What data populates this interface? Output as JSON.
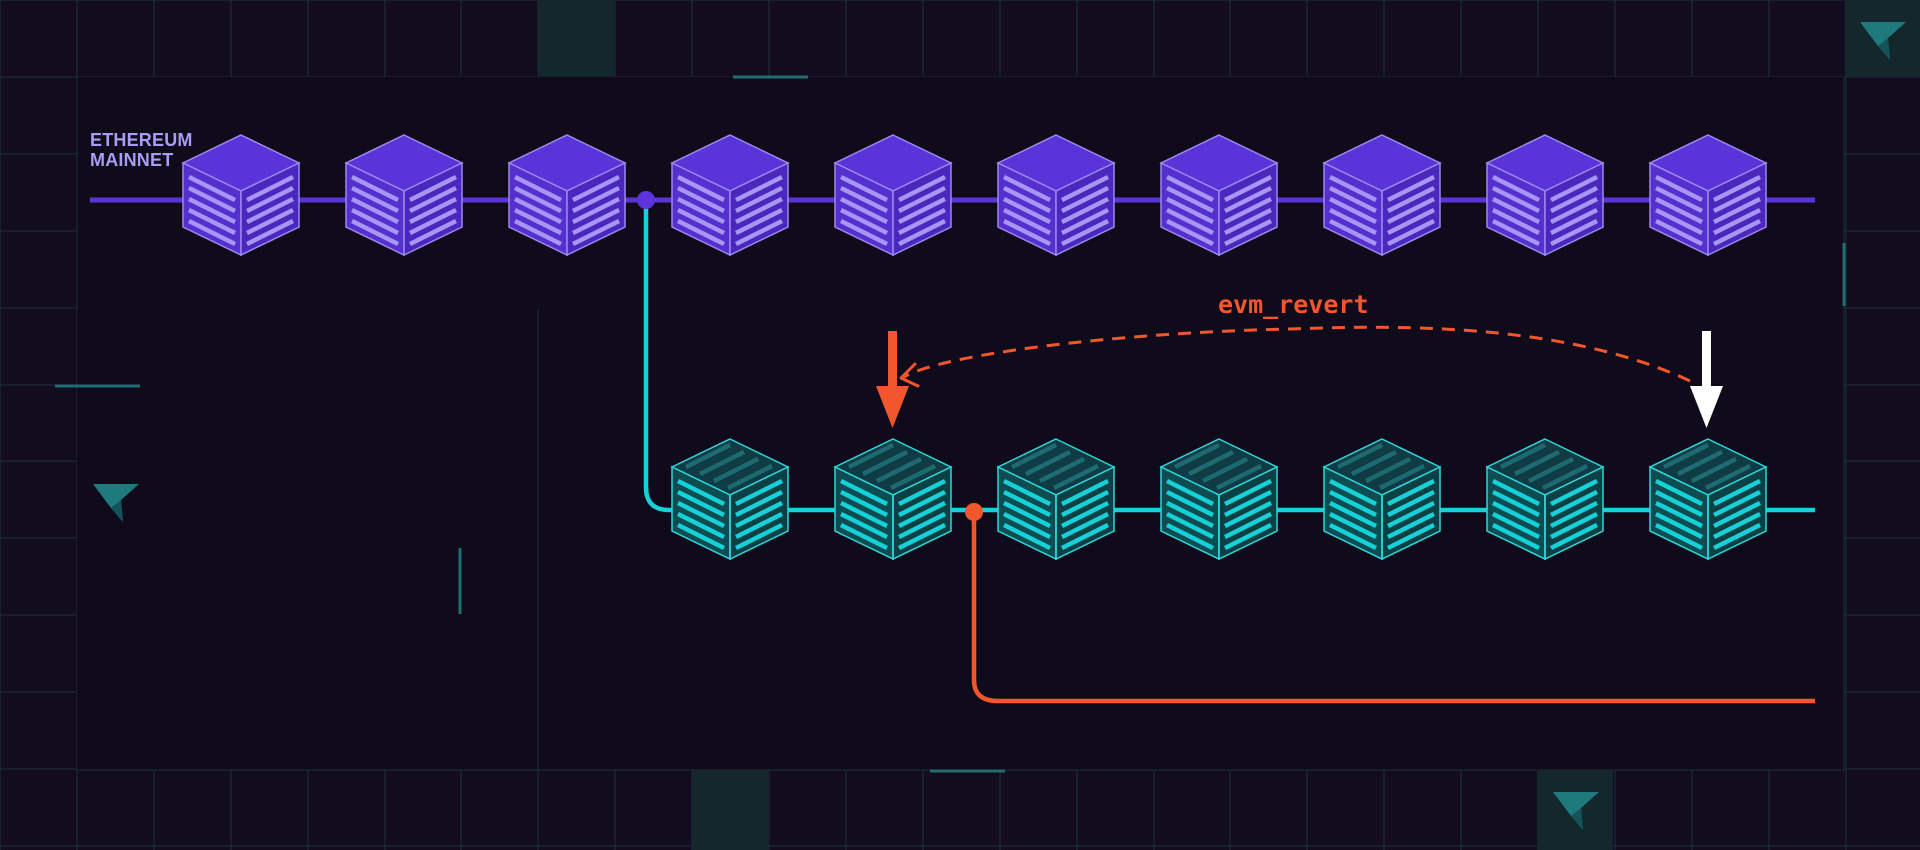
{
  "mainnet": {
    "label_line1": "ETHEREUM",
    "label_line2": "MAINNET",
    "block_count": 10
  },
  "fork": {
    "block_count": 7
  },
  "revert": {
    "label": "evm_revert"
  },
  "colors": {
    "background": "#120c1e",
    "grid": "#1b3238",
    "panel": "#100b1a",
    "mainnet": "#5b34d9",
    "mainnet_light": "#9f8cf3",
    "fork": "#17d1d8",
    "fork_dark": "#0d5a5c",
    "revert": "#f2562c",
    "marker": "#ffffff",
    "logo": "#1e7377"
  },
  "icons": [
    "logo-icon",
    "cube-icon",
    "down-arrow-icon"
  ]
}
